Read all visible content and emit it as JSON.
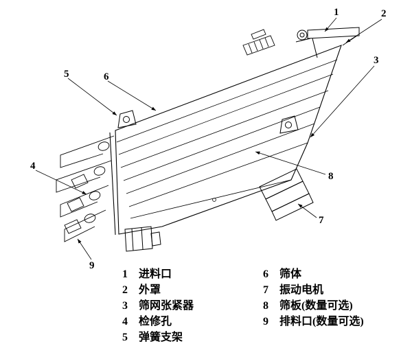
{
  "colors": {
    "ink": "#000000",
    "background": "#ffffff"
  },
  "callouts": {
    "c1": "1",
    "c2": "2",
    "c3": "3",
    "c4": "4",
    "c5": "5",
    "c6": "6",
    "c7": "7",
    "c8": "8",
    "c9": "9"
  },
  "legend": {
    "col1": [
      {
        "num": "1",
        "label": "进料口"
      },
      {
        "num": "2",
        "label": "外罩"
      },
      {
        "num": "3",
        "label": "筛网张紧器"
      },
      {
        "num": "4",
        "label": "检修孔"
      },
      {
        "num": "5",
        "label": "弹簧支架"
      }
    ],
    "col2": [
      {
        "num": "6",
        "label": "筛体"
      },
      {
        "num": "7",
        "label": "振动电机"
      },
      {
        "num": "8",
        "label": "筛板(数量可选)"
      },
      {
        "num": "9",
        "label": "排料口(数量可选)"
      }
    ]
  }
}
